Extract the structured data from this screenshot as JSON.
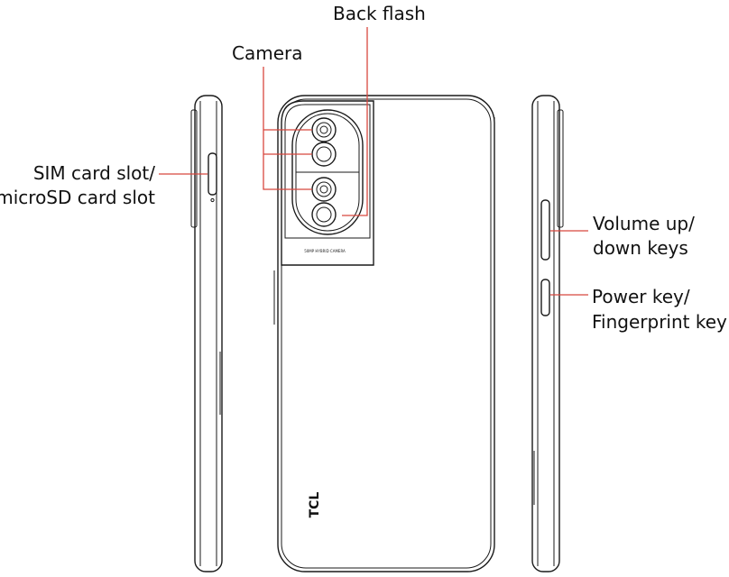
{
  "labels": {
    "back_flash": "Back flash",
    "camera": "Camera",
    "sim_line1": "SIM card slot/",
    "sim_line2": "microSD card slot",
    "volume_line1": "Volume up/",
    "volume_line2": "down keys",
    "power_line1": "Power key/",
    "power_line2": "Fingerprint key"
  },
  "phone": {
    "brand": "TCL",
    "camera_caption": "50MP HYBRID CAMERA"
  },
  "colors": {
    "callout_line": "#d8473f",
    "outline": "#1a1a1a"
  }
}
